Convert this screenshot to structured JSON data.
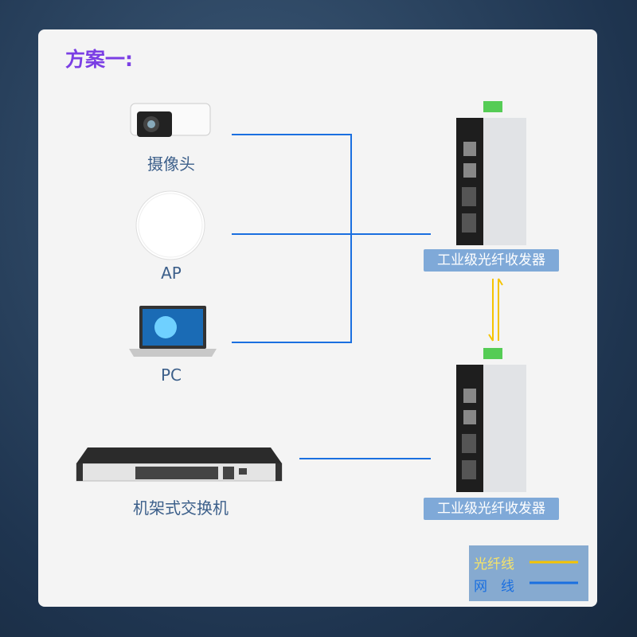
{
  "title": "方案一:",
  "devices": {
    "camera": "摄像头",
    "ap": "AP",
    "pc": "PC",
    "switch": "机架式交换机"
  },
  "converter_top": "工业级光纤收发器",
  "converter_bottom": "工业级光纤收发器",
  "legend": {
    "fiber": "光纤线",
    "network": "网　线",
    "fiber_color": "#f5c400",
    "network_color": "#1a6fe0"
  }
}
